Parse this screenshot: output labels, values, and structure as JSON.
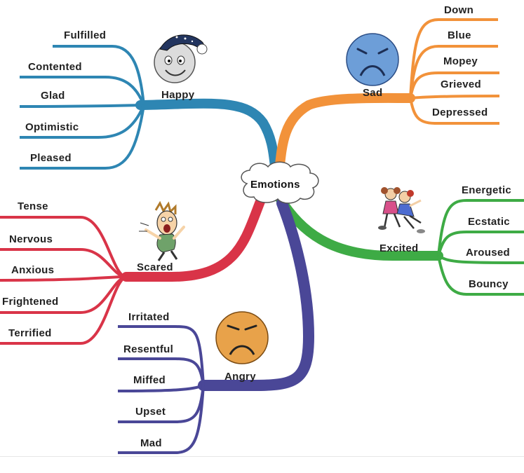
{
  "center": {
    "label": "Emotions"
  },
  "branches": {
    "happy": {
      "label": "Happy",
      "color": "#2e86b3",
      "icon": "smiling-moon-icon",
      "items": [
        "Fulfilled",
        "Contented",
        "Glad",
        "Optimistic",
        "Pleased"
      ]
    },
    "sad": {
      "label": "Sad",
      "color": "#f2923a",
      "icon": "sad-face-icon",
      "items": [
        "Down",
        "Blue",
        "Mopey",
        "Grieved",
        "Depressed"
      ]
    },
    "scared": {
      "label": "Scared",
      "color": "#d93448",
      "icon": "scared-figure-icon",
      "items": [
        "Tense",
        "Nervous",
        "Anxious",
        "Frightened",
        "Terrified"
      ]
    },
    "excited": {
      "label": "Excited",
      "color": "#3eab45",
      "icon": "dancing-girls-icon",
      "items": [
        "Energetic",
        "Ecstatic",
        "Aroused",
        "Bouncy"
      ]
    },
    "angry": {
      "label": "Angry",
      "color": "#4a4797",
      "icon": "angry-face-icon",
      "items": [
        "Irritated",
        "Resentful",
        "Miffed",
        "Upset",
        "Mad"
      ]
    }
  }
}
